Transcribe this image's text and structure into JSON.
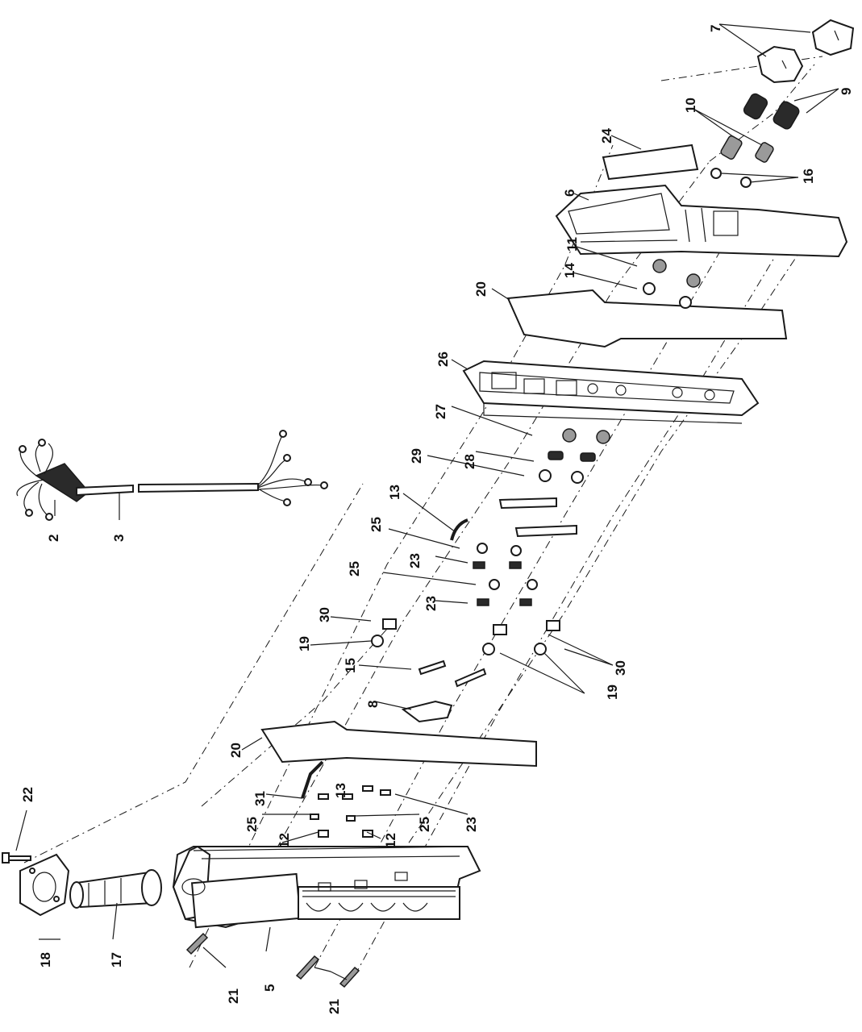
{
  "callouts": {
    "c2": "2",
    "c3": "3",
    "c5": "5",
    "c6": "6",
    "c7": "7",
    "c8": "8",
    "c9": "9",
    "c10": "10",
    "c11": "11",
    "c12a": "12",
    "c12b": "12",
    "c13a": "13",
    "c13b": "13",
    "c14": "14",
    "c15": "15",
    "c16": "16",
    "c17": "17",
    "c18": "18",
    "c19a": "19",
    "c19b": "19",
    "c20a": "20",
    "c20b": "20",
    "c21a": "21",
    "c21b": "21",
    "c22": "22",
    "c23a": "23",
    "c23b": "23",
    "c23c": "23",
    "c24": "24",
    "c25a": "25",
    "c25b": "25",
    "c25c": "25",
    "c25d": "25",
    "c26": "26",
    "c27": "27",
    "c28": "28",
    "c29": "29",
    "c30a": "30",
    "c30b": "30",
    "c31": "31"
  }
}
